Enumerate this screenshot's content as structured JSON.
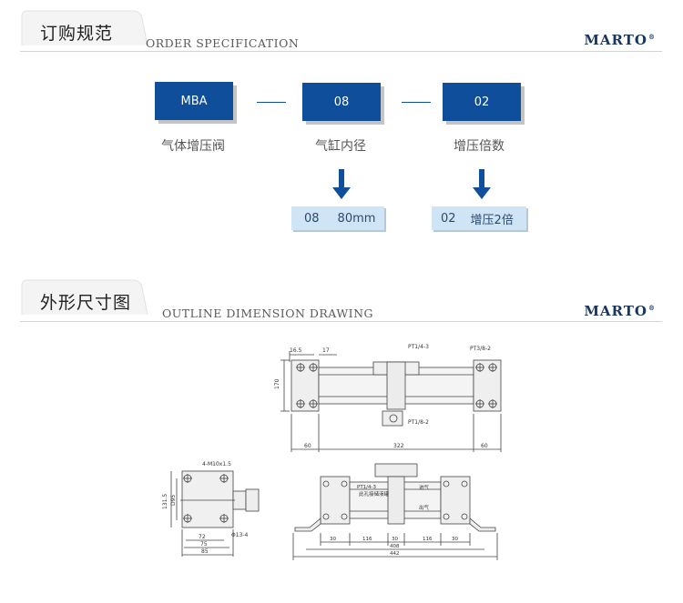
{
  "order_section": {
    "title_cn": "订购规范",
    "title_en": "ORDER SPECIFICATION",
    "brand": "MARTO",
    "brand_mark": "®"
  },
  "codes": [
    {
      "code": "MBA",
      "label": "气体增压阀"
    },
    {
      "code": "08",
      "label": "气缸内径"
    },
    {
      "code": "02",
      "label": "增压倍数"
    }
  ],
  "options": [
    {
      "code": "08",
      "value": "80mm"
    },
    {
      "code": "02",
      "value": "增压2倍"
    }
  ],
  "outline_section": {
    "title_cn": "外形尺寸图",
    "title_en": "OUTLINE DIMENSION DRAWING",
    "brand": "MARTO",
    "brand_mark": "®"
  },
  "drawing": {
    "top_view": {
      "dim_165": "16.5",
      "dim_17": "17",
      "port_top": "PT1/4-3",
      "port_right": "PT3/8-2",
      "port_bottom": "PT1/8-2",
      "dim_170": "170",
      "dim_60_left": "60",
      "dim_322": "322",
      "dim_60_right": "60"
    },
    "side_view": {
      "thread": "4-M10x1.5",
      "dim_1315": "131.5",
      "dim_95": "D95",
      "dim_72": "72",
      "dim_75": "75",
      "dim_85": "85",
      "hole": "Φ13-4"
    },
    "front_view": {
      "port": "PT1/4-3",
      "port_note": "此孔接储液罐",
      "inlet_label": "进气",
      "outlet_label": "出气",
      "dim_30_a": "30",
      "dim_116_a": "116",
      "dim_30_b": "30",
      "dim_116_b": "116",
      "dim_30_c": "30",
      "dim_408": "408",
      "dim_442": "442"
    }
  }
}
